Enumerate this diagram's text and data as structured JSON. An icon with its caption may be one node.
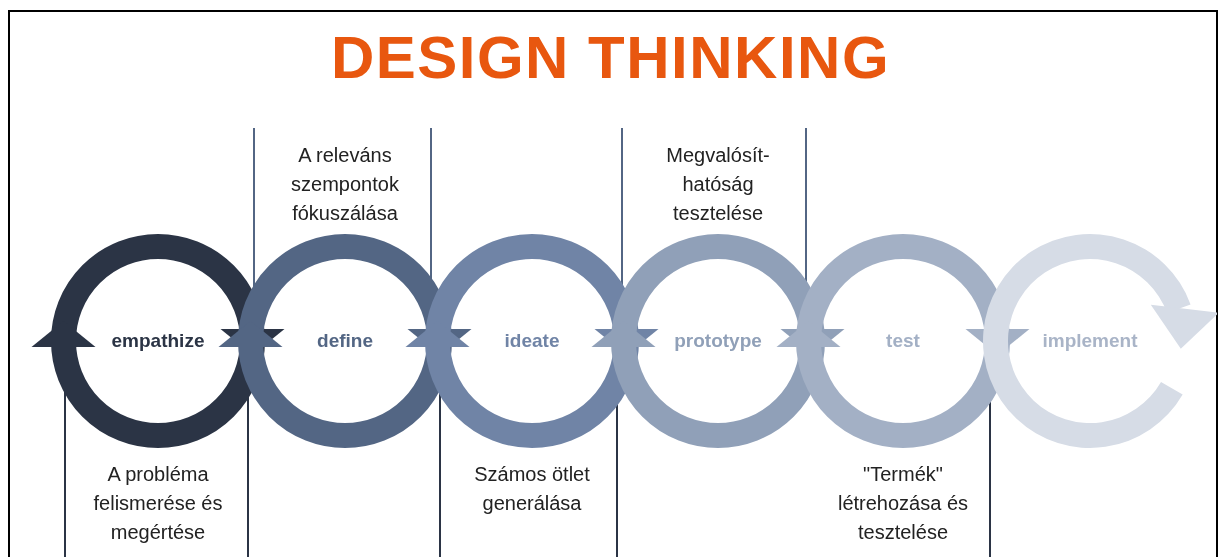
{
  "diagram": {
    "title": "DESIGN THINKING",
    "nodes": [
      {
        "text": [
          "empathize"
        ],
        "beside": [
          "A probléma felismerése és megértése"
        ]
      },
      {
        "text": [
          "define"
        ],
        "beside": [
          "A releváns szempontok fókuszálása"
        ]
      },
      {
        "text": [
          "ideate"
        ],
        "beside": [
          "Számos ötlet generálása"
        ]
      },
      {
        "text": [
          "prototype"
        ],
        "beside": [
          "Megvalósít-hatóság tesztelése"
        ]
      },
      {
        "text": [
          "test"
        ],
        "beside": [
          "\"Termék\" létrehozása és tesztelése"
        ]
      },
      {
        "text": [
          "implement"
        ]
      }
    ]
  }
}
